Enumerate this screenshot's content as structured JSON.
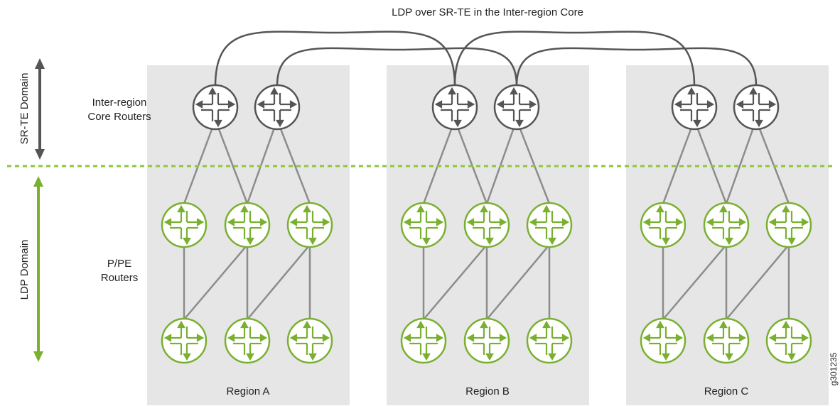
{
  "title": "LDP over SR-TE in the Inter-region Core",
  "domains": {
    "srte": {
      "label": "SR-TE Domain",
      "color": "#555555"
    },
    "ldp": {
      "label": "LDP Domain",
      "color": "#7ab030"
    }
  },
  "row_labels": {
    "core": [
      "Inter-region",
      "Core Routers"
    ],
    "pe": [
      "P/PE",
      "Routers"
    ]
  },
  "regions": [
    {
      "name": "Region A"
    },
    {
      "name": "Region B"
    },
    {
      "name": "Region C"
    }
  ],
  "colors": {
    "region_bg": "#e6e6e6",
    "core_router": "#555555",
    "pe_router": "#7ab030",
    "link": "#8c8c8c",
    "core_link": "#555555",
    "divider": "#8dc63f"
  },
  "figure_id": "g301235"
}
